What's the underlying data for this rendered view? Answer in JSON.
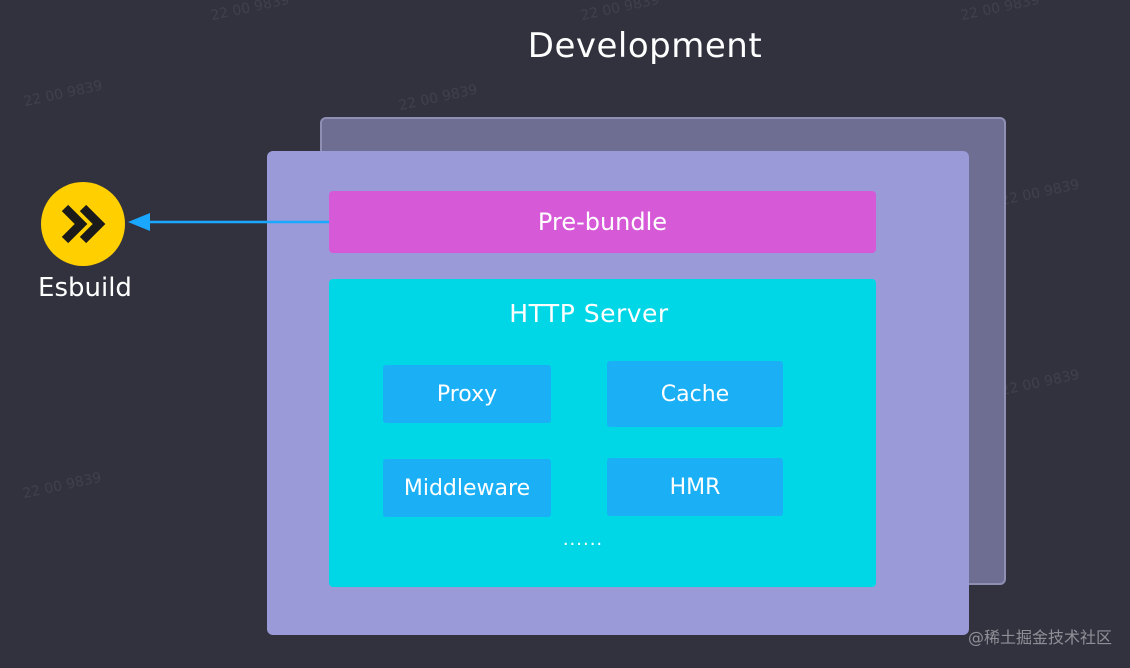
{
  "diagram": {
    "title": "Development",
    "prebundle_label": "Pre-bundle",
    "http_server": {
      "title": "HTTP Server",
      "modules": [
        "Proxy",
        "Cache",
        "Middleware",
        "HMR"
      ],
      "more": "......"
    },
    "esbuild": {
      "label": "Esbuild",
      "logo_icon": "esbuild-double-chevron-icon"
    },
    "arrow_direction": "Pre-bundle to Esbuild"
  },
  "watermarks": [
    "22 00 9839",
    "22 00 9839",
    "22 00 9839",
    "22 00 9839",
    "22 00 9839",
    "22 00 9839",
    "22 00 9839",
    "22 00 9839"
  ],
  "footer_watermark": "@稀土掘金技术社区",
  "colors": {
    "background": "#32323f",
    "back_panel": "#6e6d92",
    "front_panel": "#9a9ad9",
    "prebundle": "#d65ad8",
    "http_server": "#00d7e6",
    "module": "#1bb0f5",
    "esbuild_yellow": "#ffcf00",
    "arrow": "#1aa7ff"
  }
}
